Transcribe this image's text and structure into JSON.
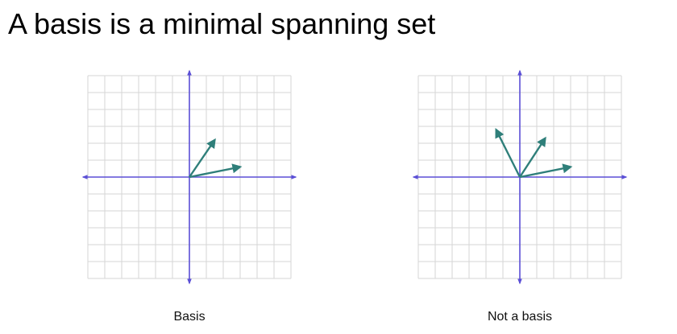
{
  "title": "A basis is a minimal spanning set",
  "colors": {
    "grid": "#d6d6d6",
    "axis": "#5b4fd6",
    "vector": "#2f7f7a",
    "text": "#111111"
  },
  "diagrams": [
    {
      "caption": "Basis",
      "vectors": [
        {
          "x": 1.5,
          "y": 2.2
        },
        {
          "x": 3.0,
          "y": 0.6
        }
      ]
    },
    {
      "caption": "Not a basis",
      "vectors": [
        {
          "x": -1.4,
          "y": 2.8
        },
        {
          "x": 1.5,
          "y": 2.3
        },
        {
          "x": 3.0,
          "y": 0.6
        }
      ]
    }
  ]
}
